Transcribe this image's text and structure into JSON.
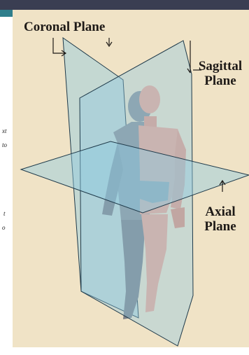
{
  "labels": {
    "coronal": "Coronal Plane",
    "sagittal_line1": "Sagittal",
    "sagittal_line2": "Plane",
    "axial_line1": "Axial",
    "axial_line2": "Plane"
  },
  "side_fragments": [
    "xt",
    "to",
    "t",
    "o"
  ],
  "colors": {
    "background": "#f0e3c6",
    "plane": "#8fc9e0",
    "skin": "#f0a792",
    "shadow_body": "#8d9196",
    "label_text": "#1e1a17"
  }
}
